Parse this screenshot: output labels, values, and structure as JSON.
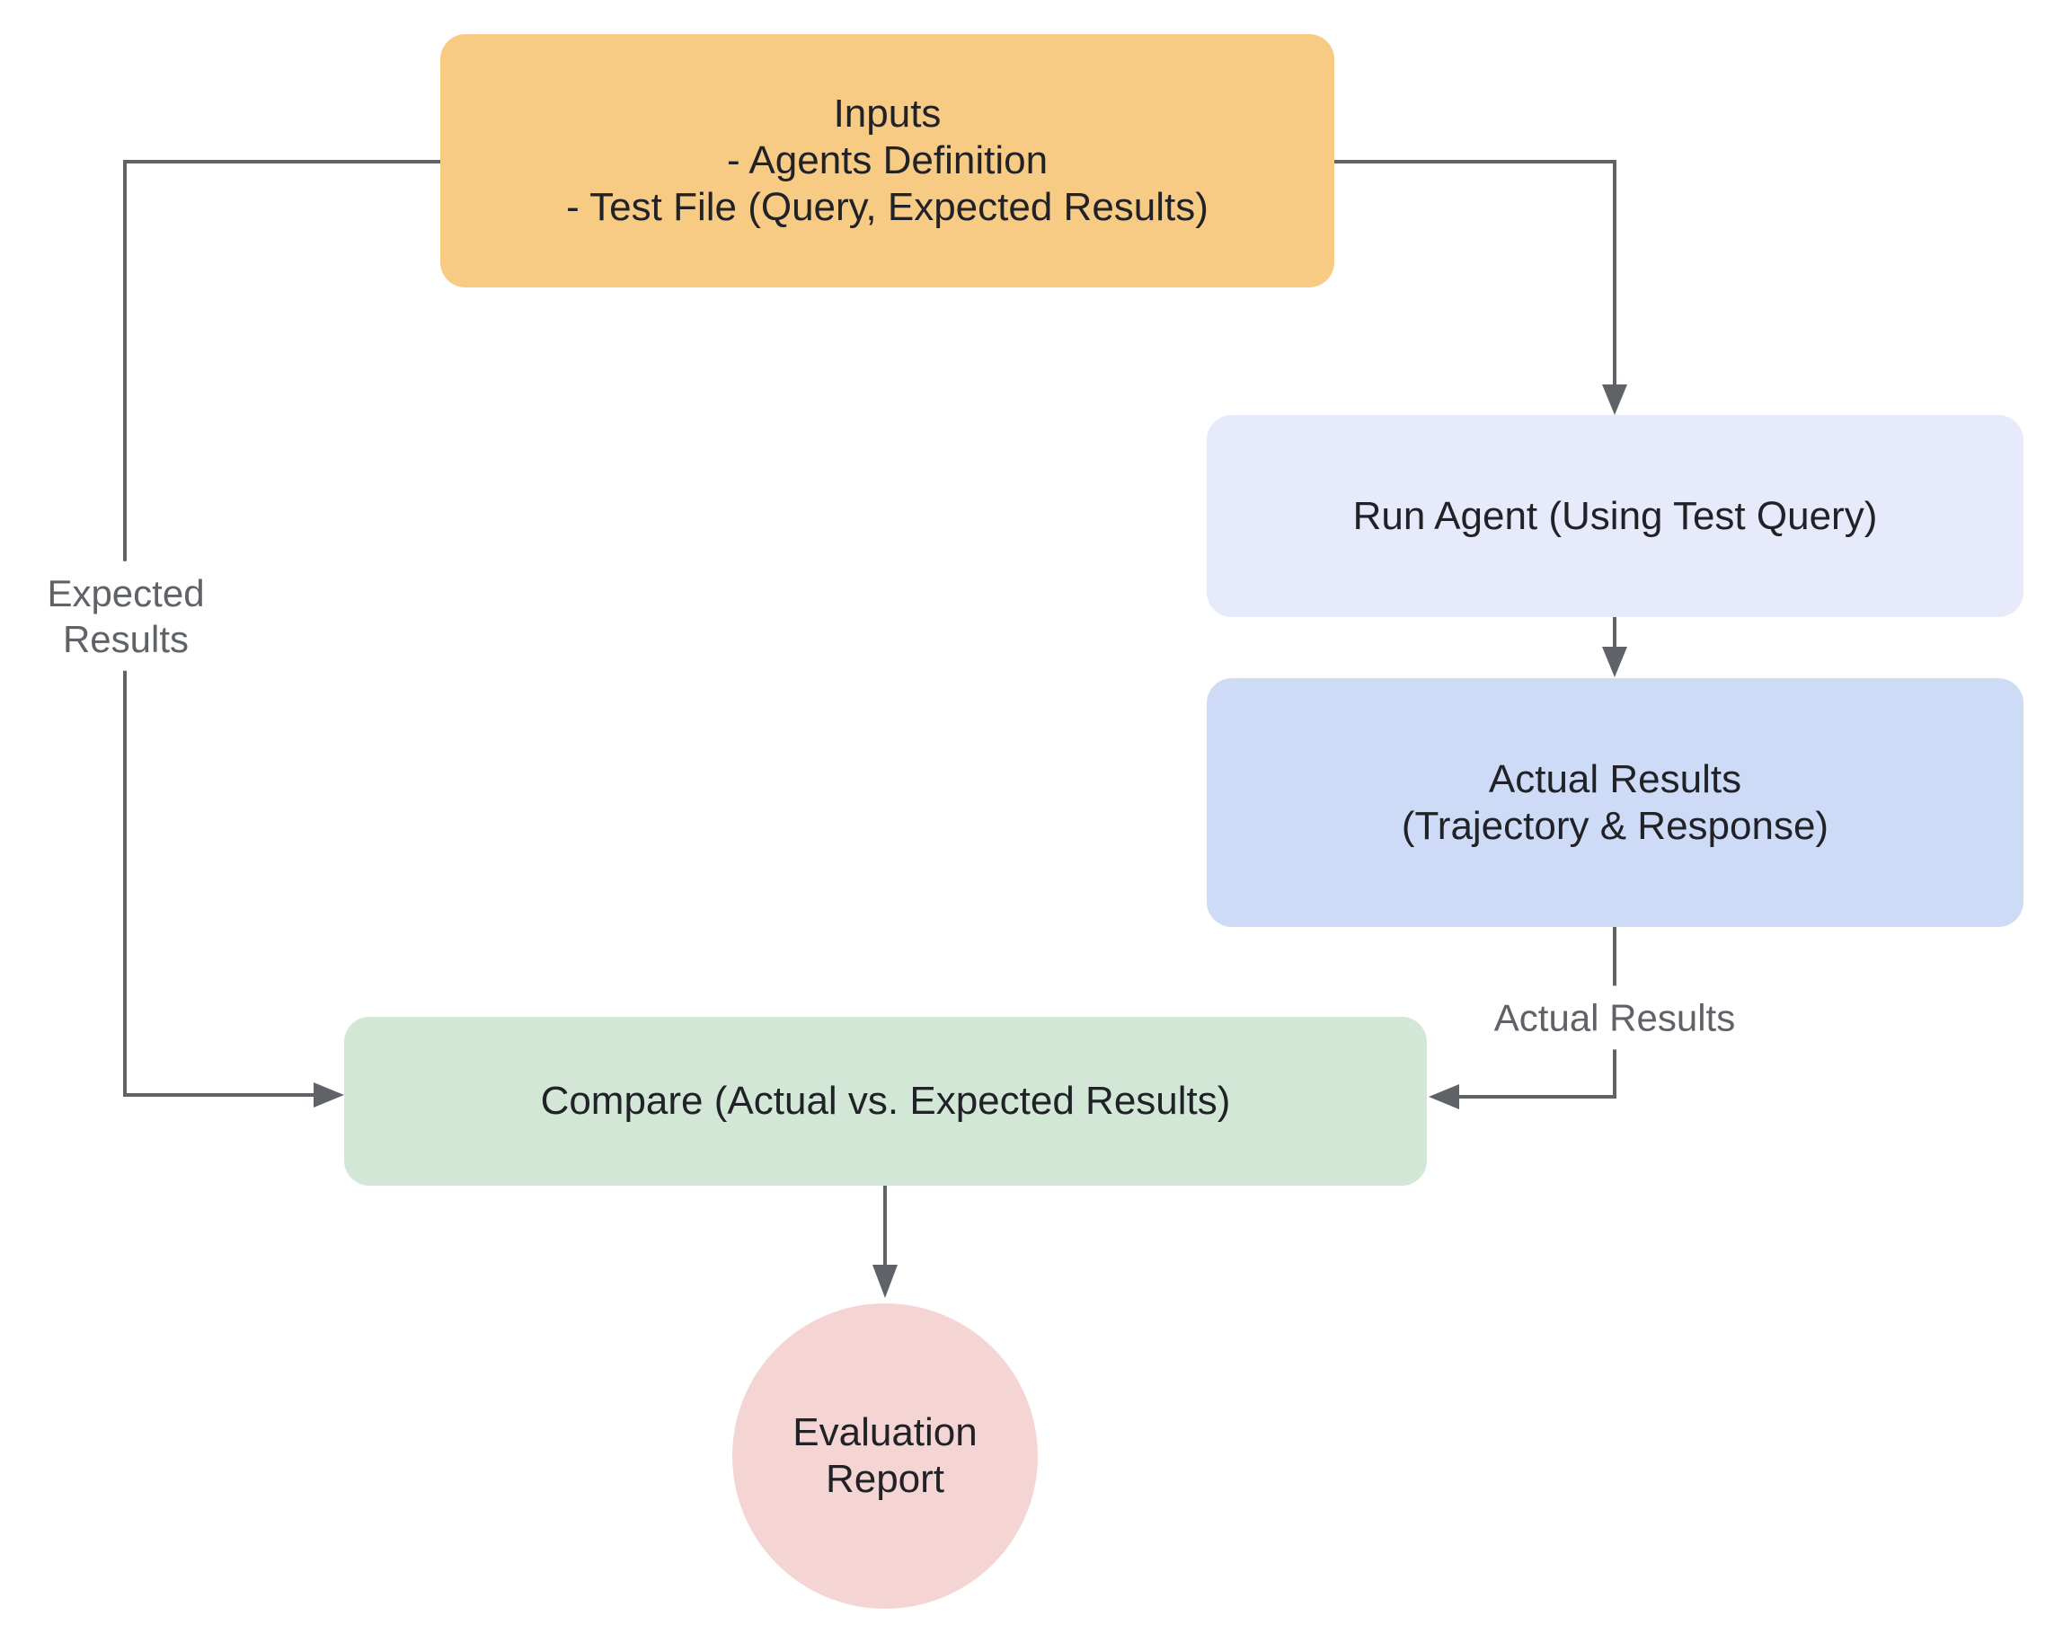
{
  "diagram": {
    "nodes": {
      "inputs": {
        "lines": [
          "Inputs",
          "- Agents Definition",
          "- Test File (Query, Expected Results)"
        ]
      },
      "run_agent": {
        "label": "Run Agent (Using Test Query)"
      },
      "actual_results": {
        "lines": [
          "Actual Results",
          "(Trajectory & Response)"
        ]
      },
      "compare": {
        "label": "Compare (Actual vs. Expected Results)"
      },
      "evaluation_report": {
        "lines": [
          "Evaluation",
          "Report"
        ]
      }
    },
    "edge_labels": {
      "expected_results": {
        "lines": [
          "Expected",
          "Results"
        ]
      },
      "actual_results": "Actual Results"
    },
    "colors": {
      "inputs_bg": "#F7CB84",
      "run_agent_bg": "#E6EAFB",
      "actual_results_bg": "#CEDBF7",
      "compare_bg": "#D3E7D7",
      "report_bg": "#F5D5D3",
      "connector": "#5F6368",
      "edge_label_text": "#5F6368",
      "node_text": "#202227",
      "background": "#FFFFFF"
    }
  }
}
